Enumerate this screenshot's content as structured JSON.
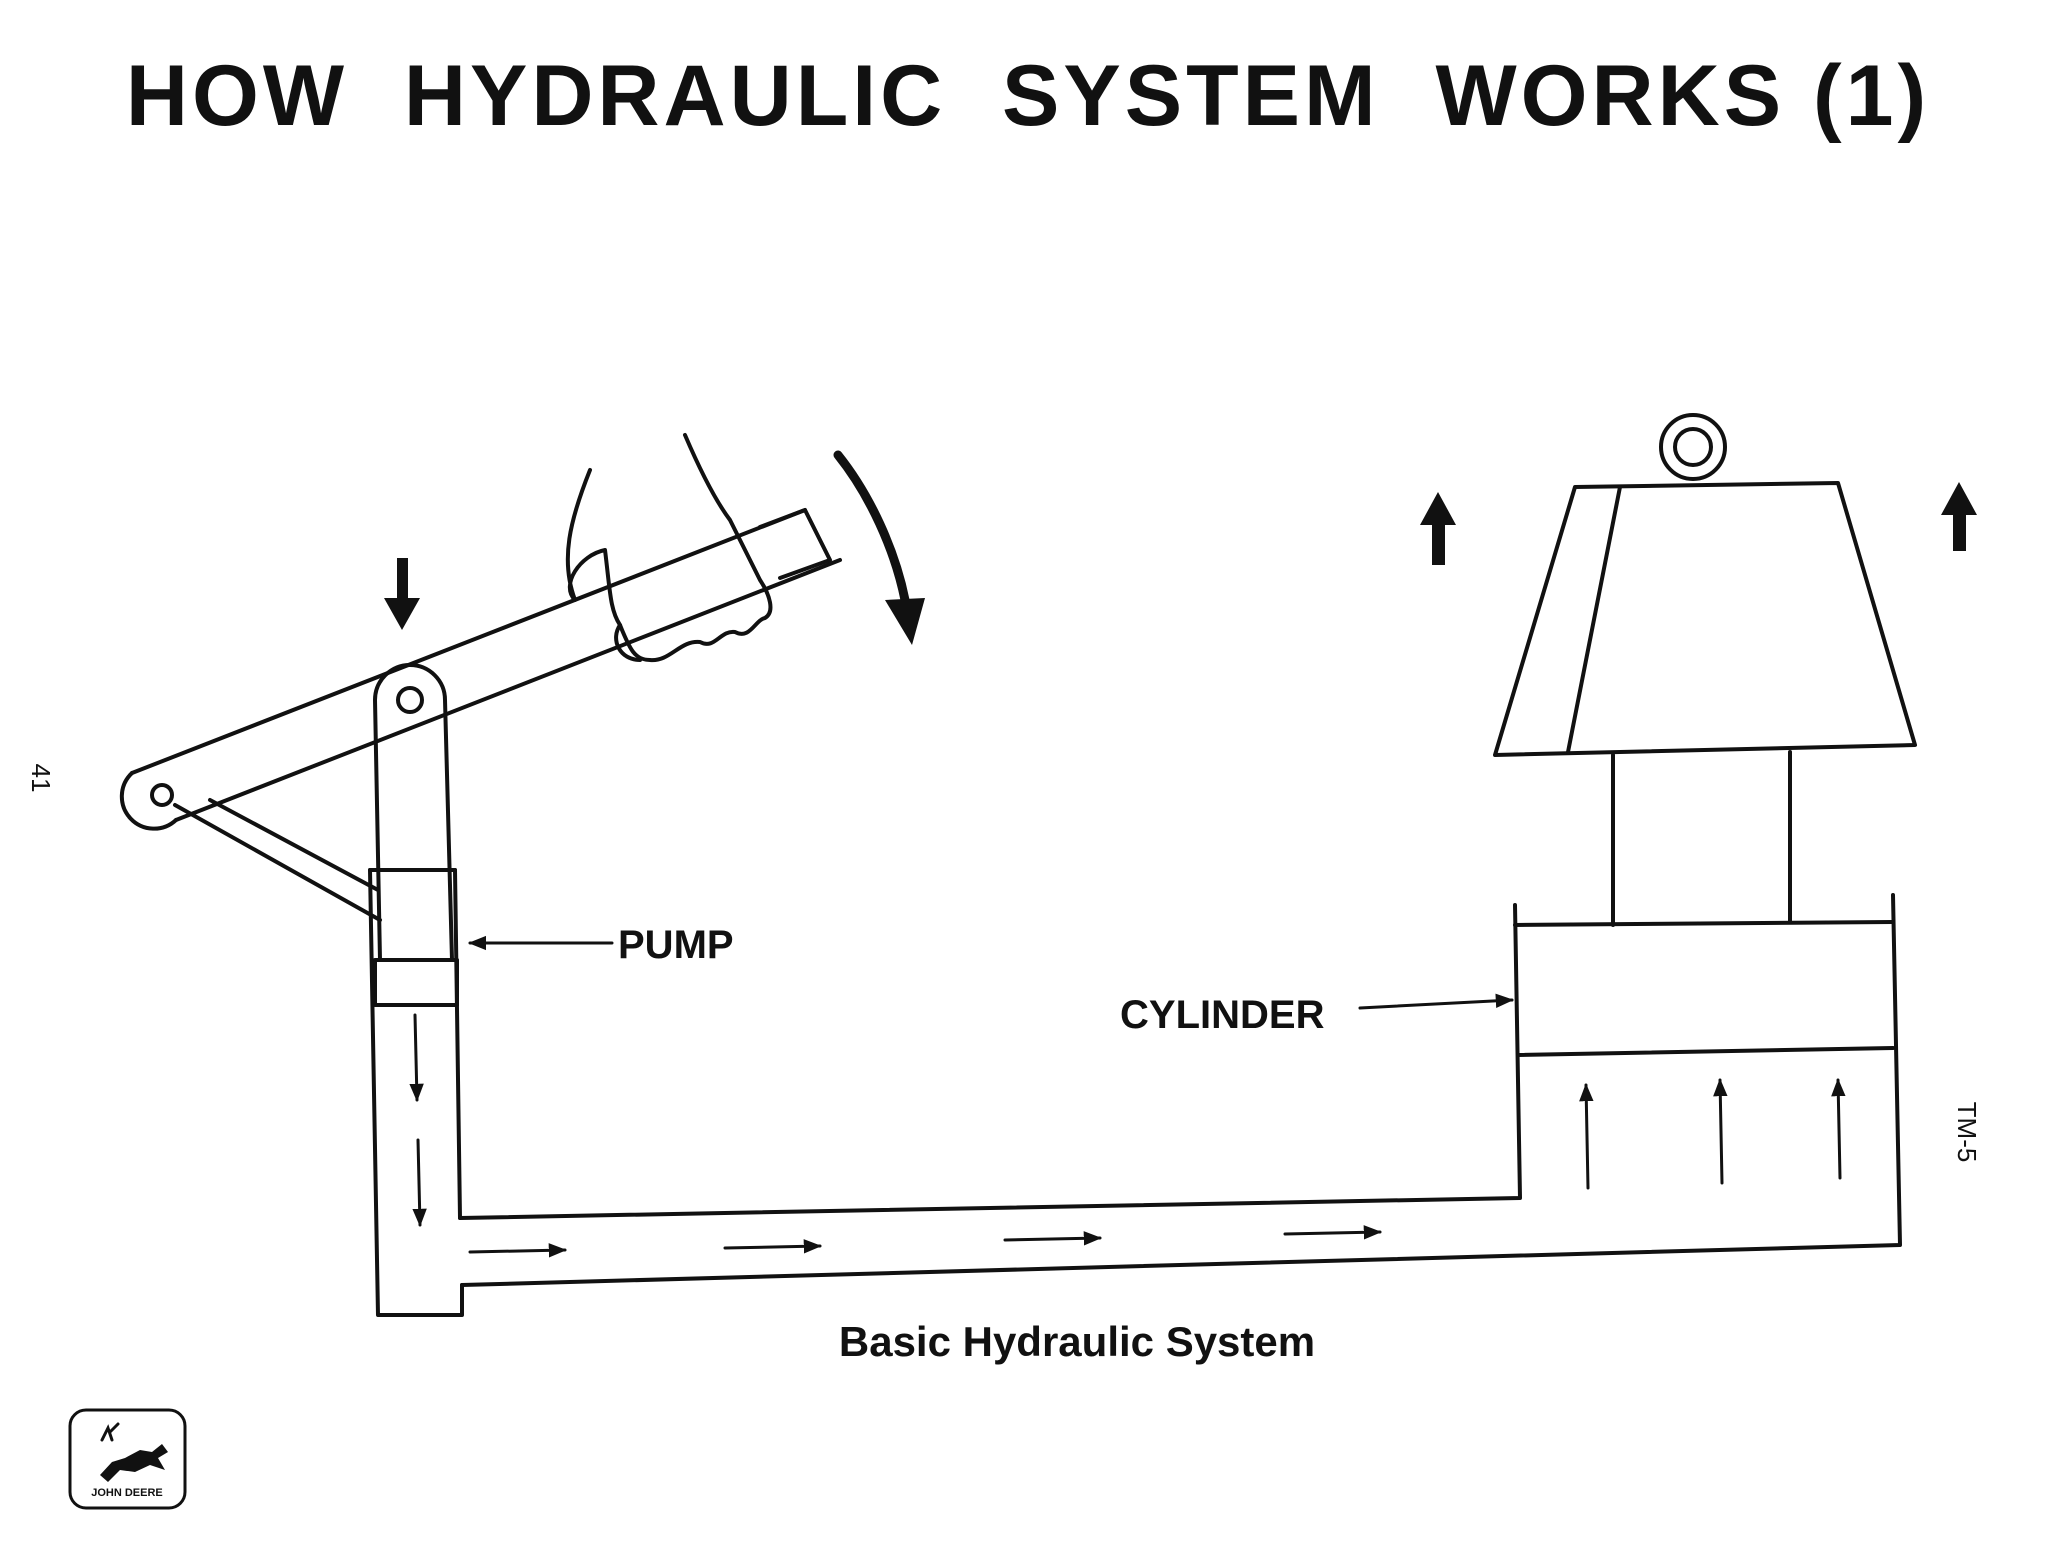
{
  "title": "HOW  HYDRAULIC  SYSTEM  WORKS (1)",
  "labels": {
    "pump": "PUMP",
    "cylinder": "CYLINDER",
    "caption": "Basic Hydraulic System"
  },
  "side_text": {
    "page_number": "41",
    "code": "TM-5"
  },
  "logo": {
    "text": "JOHN DEERE"
  },
  "colors": {
    "ink": "#111111",
    "background": "#ffffff"
  }
}
